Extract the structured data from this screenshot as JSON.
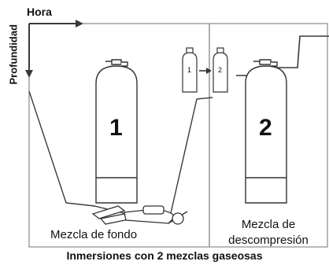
{
  "labels": {
    "time_axis": "Hora",
    "depth_axis": "Profundidad",
    "cylinder_1": "1",
    "cylinder_2": "2",
    "small_cylinder_1": "1",
    "small_cylinder_2": "2",
    "bottom_mix": "Mezcla de fondo",
    "deco_mix": "Mezcla de descompresión",
    "caption": "Inmersiones con 2 mezclas gaseosas"
  },
  "colors": {
    "line": "#3a3a3a",
    "panel_border": "#8a8a8a",
    "text": "#111111"
  }
}
